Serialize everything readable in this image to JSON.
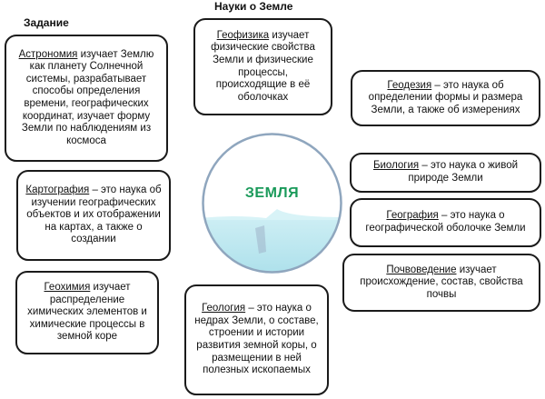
{
  "page": {
    "title": "Науки о Земле",
    "section_label": "Задание"
  },
  "center": {
    "label": "ЗЕМЛЯ",
    "label_color": "#1a9a5a",
    "water_color": "#bfe9f0",
    "ring_color": "#8fa6be"
  },
  "boxes": {
    "astronomy": {
      "term": "Астрономия",
      "text": " изучает Землю как планету Солнечной системы, разрабатывает способы определения времени, географических координат, изучает форму Земли по наблюдениям из космоса"
    },
    "geophysics": {
      "term": "Геофизика",
      "text": " изучает физические свойства Земли и физические процессы, происходящие в её оболочках"
    },
    "geodesy": {
      "term": "Геодезия",
      "text": " – это наука об определении формы и размера Земли, а также об измерениях"
    },
    "cartography": {
      "term": "Картография",
      "text": " – это наука об изучении географических объектов и их отображении на картах, а также о создании"
    },
    "biology": {
      "term": "Биология",
      "text": " – это наука о живой природе Земли"
    },
    "geography": {
      "term": "География",
      "text": " – это наука о географической оболочке Земли"
    },
    "soil_science": {
      "term": "Почвоведение",
      "text": " изучает происхождение, состав, свойства почвы"
    },
    "geochemistry": {
      "term": "Геохимия",
      "text": " изучает распределение химических элементов и химические процессы в земной коре"
    },
    "geology": {
      "term": "Геология",
      "text": " – это наука о недрах Земли, о составе, строении и истории развития земной коры, о размещении в ней полезных ископаемых"
    }
  }
}
